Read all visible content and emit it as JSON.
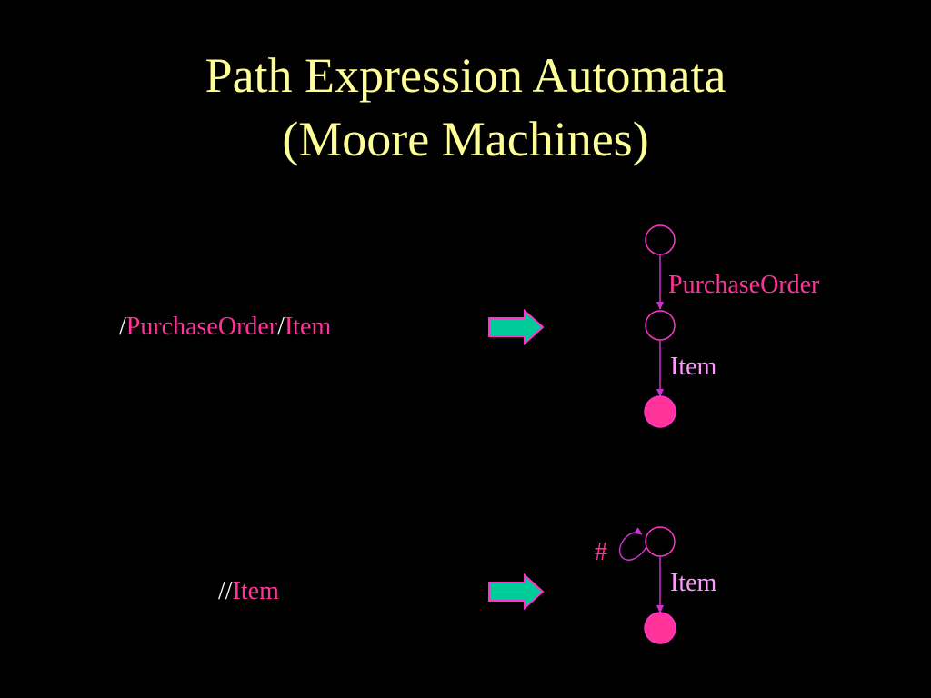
{
  "slide": {
    "title_line1": "Path Expression Automata",
    "title_line2": "(Moore Machines)"
  },
  "example1": {
    "expression": [
      {
        "text": "/",
        "kind": "slash"
      },
      {
        "text": "PurchaseOrder",
        "kind": "step"
      },
      {
        "text": "/",
        "kind": "slash"
      },
      {
        "text": "Item",
        "kind": "step"
      }
    ],
    "transitions": [
      "PurchaseOrder",
      "Item"
    ]
  },
  "example2": {
    "expression": [
      {
        "text": "//",
        "kind": "slash"
      },
      {
        "text": "Item",
        "kind": "step"
      }
    ],
    "self_loop_label": "#",
    "transitions": [
      "Item"
    ]
  },
  "colors": {
    "title": "#ffff99",
    "state_outline": "#ff33cc",
    "accept_state": "#ff3399",
    "edge": "#cc33cc",
    "arrow_fill": "#00cc99",
    "arrow_stroke": "#ff33cc"
  }
}
